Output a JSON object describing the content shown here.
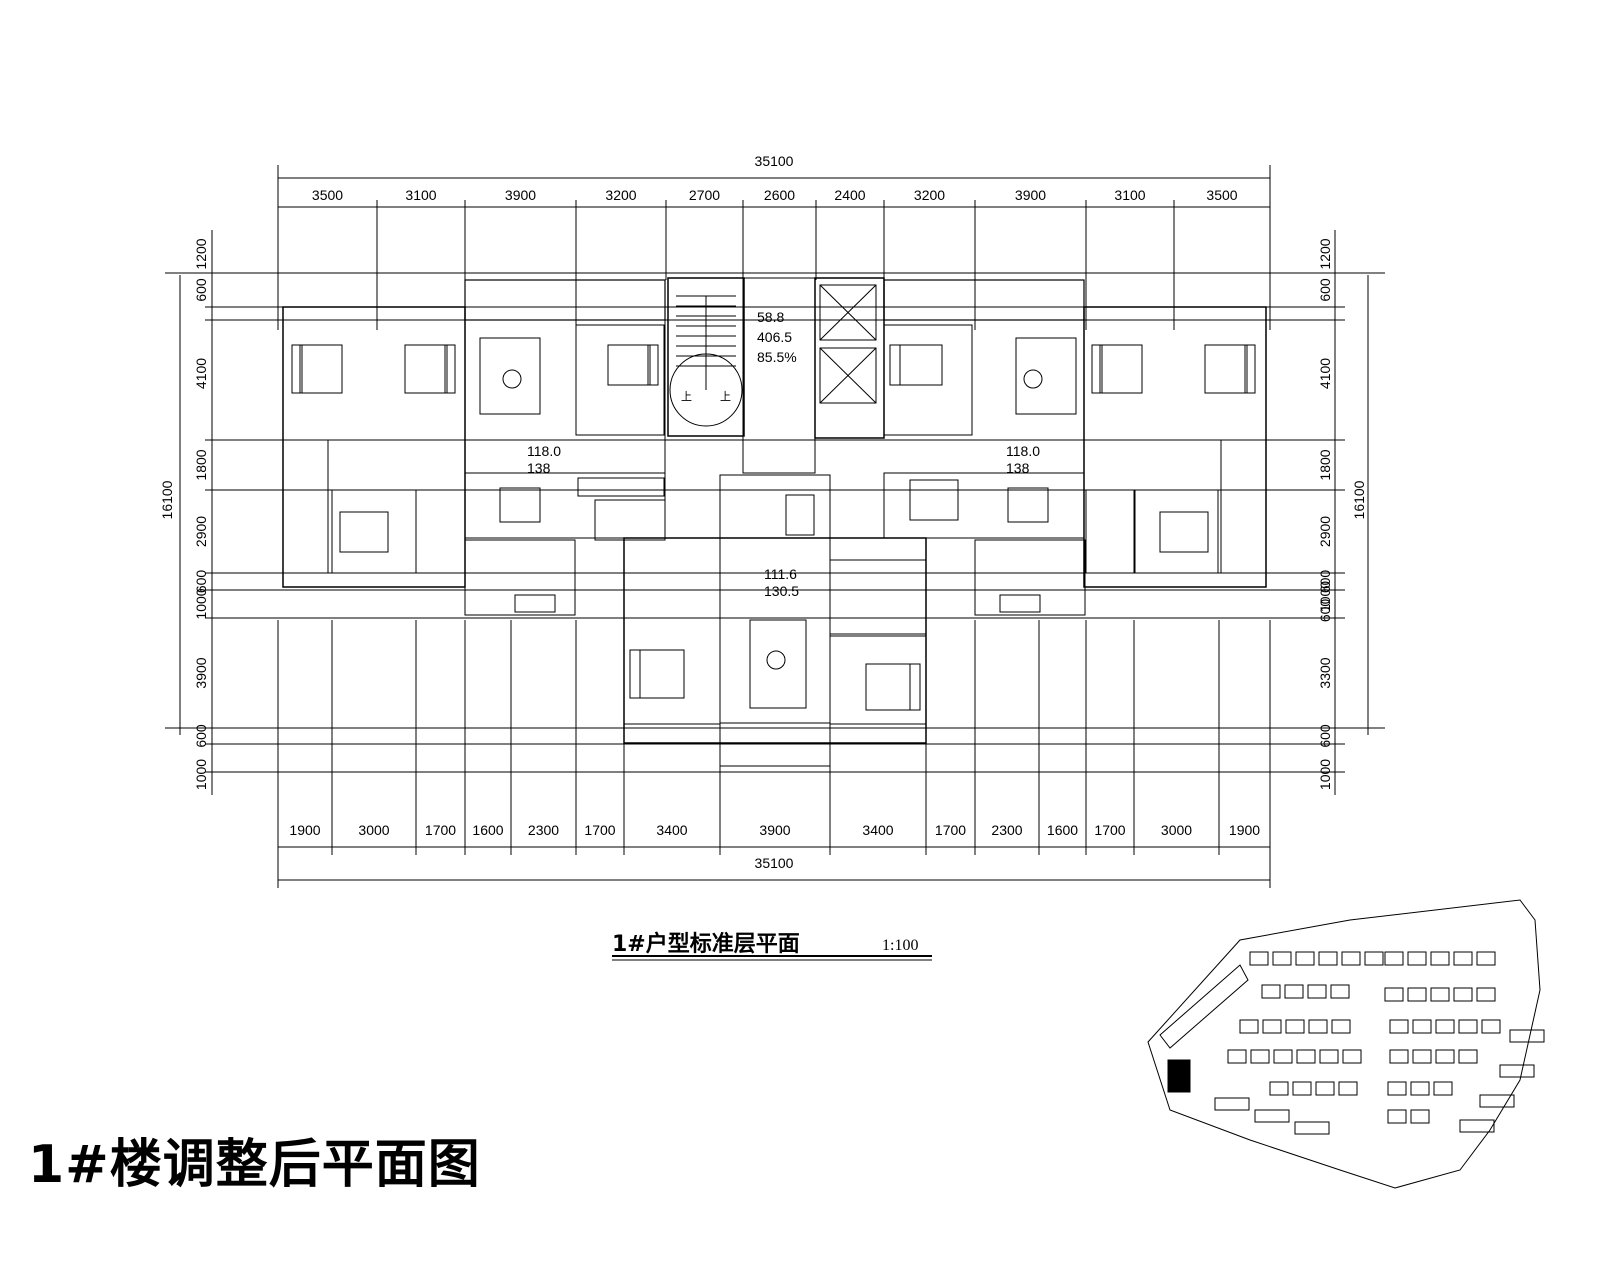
{
  "page_title": "1#楼调整后平面图",
  "drawing_title": "1#户型标准层平面",
  "drawing_scale": "1:100",
  "top_total": "35100",
  "bottom_total": "35100",
  "top_dims": [
    "3500",
    "3100",
    "3900",
    "3200",
    "2700",
    "2600",
    "2400",
    "3200",
    "3900",
    "3100",
    "3500"
  ],
  "bottom_dims": [
    "1900",
    "3000",
    "1700",
    "1600",
    "2300",
    "1700",
    "3400",
    "3900",
    "3400",
    "1700",
    "2300",
    "1600",
    "1700",
    "3000",
    "1900"
  ],
  "left_dims": [
    "1200",
    "600",
    "4100",
    "1800",
    "2900",
    "600",
    "1000",
    "3900",
    "600",
    "1000"
  ],
  "right_dims": [
    "1200",
    "600",
    "4100",
    "1800",
    "2900",
    "600",
    "1000",
    "600",
    "3300",
    "600",
    "1000"
  ],
  "left_total": "16100",
  "right_total": "16100",
  "core_labels": [
    "58.8",
    "406.5",
    "85.5%"
  ],
  "unit_labels": [
    {
      "area": "118.0",
      "extra": "138"
    },
    {
      "area": "118.0",
      "extra": "138"
    },
    {
      "area": "111.6",
      "extra": "130.5"
    }
  ],
  "stair_marks": [
    "上",
    "上"
  ]
}
